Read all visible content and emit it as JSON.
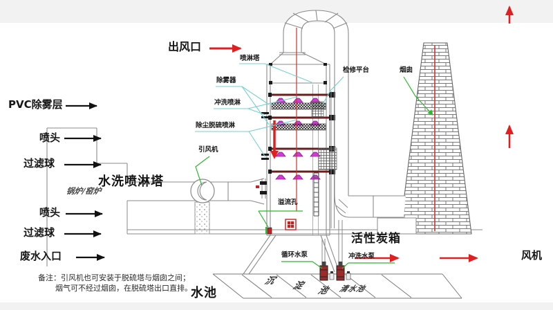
{
  "colors": {
    "red": "#e02020",
    "green": "#2db82d",
    "cyan": "#76cfcf",
    "magenta": "#d23bd2",
    "header_bar": "#6b1d1d",
    "structure_gray": "#8a8a8a"
  },
  "left_labels": {
    "pvc_demister_layer": "PVC除雾层",
    "nozzle_top": "喷头",
    "filter_ball_top": "过滤球",
    "tower_title": "水洗喷淋塔",
    "boiler": "锅炉/窑炉",
    "nozzle_bottom": "喷头",
    "filter_ball_bottom": "过滤球",
    "wastewater_inlet": "废水入口",
    "note_line1": "备注：引风机也可安装于脱硫塔与烟囱之间；",
    "note_line2": "烟气可不经过烟囱，在脱硫塔出口直排。"
  },
  "tower_labels": {
    "air_outlet": "出风口",
    "spray_tower": "喷淋塔",
    "demister": "除雾器",
    "flush_spray": "冲洗喷淋",
    "dust_desulf_spray": "除尘脱硫喷淋",
    "draft_fan": "引风机",
    "overflow_hole": "溢流孔",
    "maintenance_platform": "检修平台",
    "chimney": "烟囱"
  },
  "bottom_labels": {
    "carbon_box": "活性炭箱",
    "circulation_pump": "循环水泵",
    "flush_pump": "冲洗水泵",
    "water_pool": "水池",
    "sediment_pool_chars": [
      "沉",
      "淀",
      "池"
    ],
    "clean_pool": "清水池"
  },
  "right_labels": {
    "fan": "风机"
  }
}
